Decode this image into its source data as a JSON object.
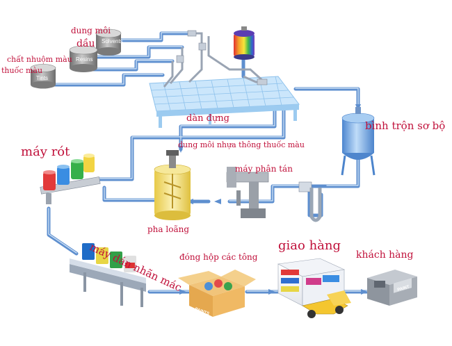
{
  "tank_labels": {
    "solvents": "Solvents",
    "resins": "Resins",
    "tints": "Tints"
  },
  "labels": {
    "dung_moi": "dung môi",
    "dau": "dầu",
    "chat_nhuom_mau": "chất nhuộm màu",
    "thuoc_mau": "thuốc màu",
    "dan_dung": "dàn đựng",
    "binh_tron_so_bo": "bình trộn sơ bộ",
    "dung_moi_nhua_thong": "dung môi nhựa thông thuốc màu",
    "may_rot": "máy rót",
    "may_phan_tan": "máy phân tán",
    "pha_loang": "pha loãng",
    "may_dan_nhan_mac": "máy dán nhãn mác",
    "dong_hop_cac_tong": "đóng hộp các tông",
    "giao_hang": "giao hàng",
    "khach_hang": "khách hàng"
  },
  "box_text": {
    "paints": "PAINTS",
    "paint": "PAINT"
  },
  "colors": {
    "pipe": "#5e8fcf",
    "pipe_highlight": "#c9ddf4",
    "label": "#c0103a",
    "grid": "#b6dcf6",
    "tank_gray": "#8d8d8d",
    "mixer_yellow": "#f4e37a",
    "vessel_blue": "#7fb0e6"
  }
}
